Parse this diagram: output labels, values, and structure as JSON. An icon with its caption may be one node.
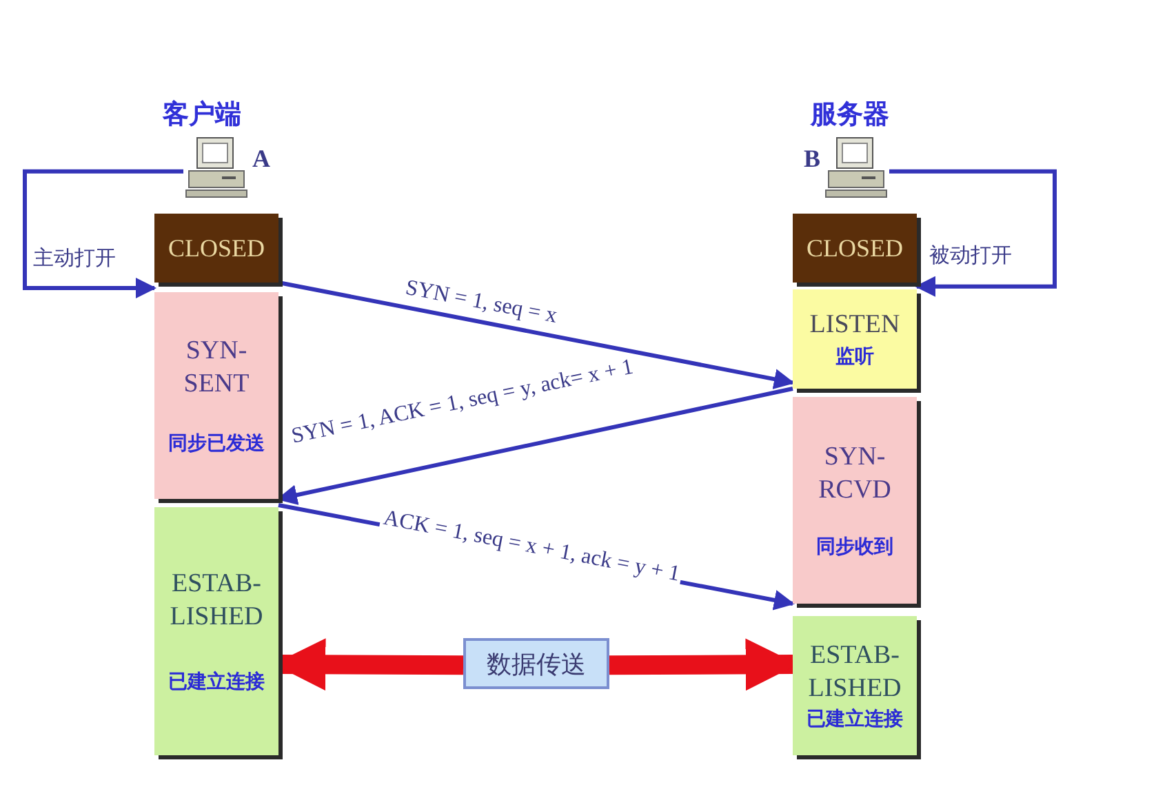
{
  "diagram": {
    "nodes": [
      {
        "text": [],
        "shape": "picture",
        "beside": [
          "客户端",
          "A"
        ]
      },
      {
        "text": [
          "CLOSED"
        ]
      },
      {
        "text": [
          "SYN- SENT",
          "同步已发送"
        ]
      },
      {
        "text": [
          "ESTAB- LISHED",
          "已建立连接"
        ]
      },
      {
        "text": [],
        "shape": "picture",
        "beside": [
          "服务器",
          "B"
        ]
      },
      {
        "text": [
          "CLOSED"
        ]
      },
      {
        "text": [
          "LISTEN",
          "监听"
        ]
      },
      {
        "text": [
          "SYN- RCVD",
          "同步收到"
        ]
      },
      {
        "text": [
          "ESTAB- LISHED",
          "已建立连接"
        ]
      },
      {
        "text": [
          "数据传送"
        ]
      }
    ],
    "edges": [
      {
        "from": 0,
        "to": 2,
        "arrow": "to",
        "label": "主动打开"
      },
      {
        "from": 4,
        "to": 6,
        "arrow": "to",
        "label": "被动打开"
      },
      {
        "from": 1,
        "to": 6,
        "arrow": "to",
        "label": "SYN = 1, seq = x"
      },
      {
        "from": 7,
        "to": 2,
        "arrow": "to",
        "label": "SYN = 1, ACK = 1, seq = y, ack= x + 1"
      },
      {
        "from": 2,
        "to": 7,
        "arrow": "to",
        "label": "ACK = 1, seq = x + 1, ack = y + 1"
      },
      {
        "from": 9,
        "to": 3,
        "arrow": "to",
        "style": "thick",
        "color": "#e8101a"
      },
      {
        "from": 9,
        "to": 8,
        "arrow": "to",
        "style": "thick",
        "color": "#e8101a"
      }
    ]
  }
}
